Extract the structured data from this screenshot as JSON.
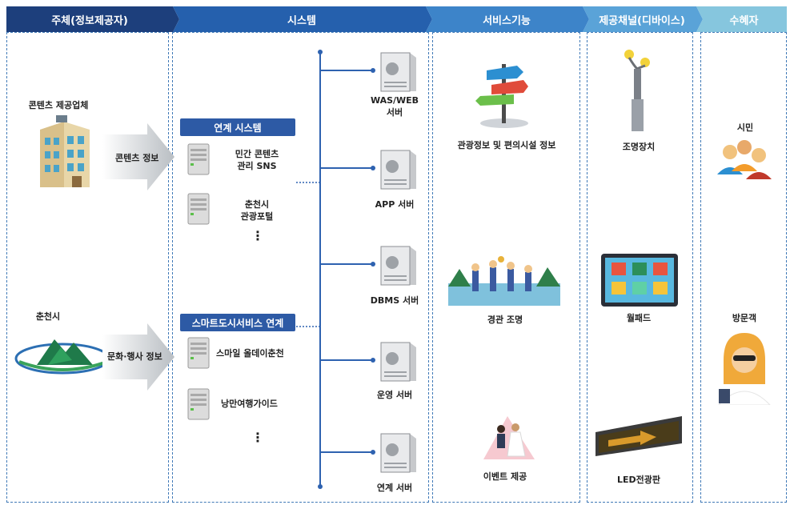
{
  "header": {
    "col1": "주체(정보제공자)",
    "col2": "시스템",
    "col3": "서비스기능",
    "col4": "제공채널(디바이스)",
    "col5": "수혜자"
  },
  "providers": {
    "company": "콘텐츠 제공업체",
    "content_arrow": "콘텐츠 정보",
    "city": "춘천시",
    "culture_arrow": "문화·행사 정보"
  },
  "system": {
    "link_title": "연계 시스템",
    "link_items": [
      "민간 콘텐츠\n관리 SNS",
      "춘천시\n관광포털"
    ],
    "smart_title": "스마트도시서비스 연계",
    "smart_items": [
      "스마일 올데이춘천",
      "낭만여행가이드"
    ],
    "ellipsis": "⋮",
    "servers": [
      "WAS/WEB\n서버",
      "APP 서버",
      "DBMS 서버",
      "운영 서버",
      "연계 서버"
    ]
  },
  "services": [
    "관광정보 및 편의시설 정보",
    "경관 조명",
    "이벤트 제공"
  ],
  "channels": [
    "조명장치",
    "월패드",
    "LED전광판"
  ],
  "beneficiaries": [
    "시민",
    "방문객"
  ],
  "colors": {
    "header_dark": "#1d3f7c",
    "header_mid": "#2560ad",
    "header_light": "#4a94d6",
    "header_teal": "#7cc3dc",
    "dashed": "#3f79b7"
  }
}
